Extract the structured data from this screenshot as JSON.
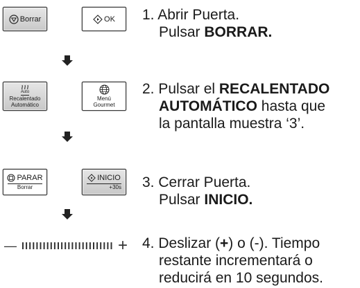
{
  "steps": [
    {
      "buttons": [
        {
          "label": "Borrar",
          "icon": "circle-down-triangle-icon"
        },
        {
          "label": "OK",
          "icon": "diamond-start-icon"
        }
      ],
      "lines": [
        {
          "pre": "1. Abrir Puerta.",
          "bold": "",
          "post": ""
        },
        {
          "pre": "Pulsar ",
          "bold": "BORRAR.",
          "post": ""
        }
      ]
    },
    {
      "buttons": [
        {
          "line1": "Auto",
          "line2": "Recalentado",
          "line3": "Automático",
          "icon": "steam-icon"
        },
        {
          "line1": "Menú",
          "line2": "Gourmet",
          "icon": "globe-icon"
        }
      ],
      "lines": [
        {
          "pre": "2. Pulsar el ",
          "bold": "RECALENTADO",
          "post": ""
        },
        {
          "pre": "",
          "bold": "AUTOMÁTICO",
          "post": " hasta que"
        },
        {
          "pre": "la pantalla muestra ‘3’.",
          "bold": "",
          "post": ""
        }
      ]
    },
    {
      "buttons": [
        {
          "main": "PARAR",
          "sub": "Borrar",
          "icon": "stop-icon"
        },
        {
          "main": "INICIO",
          "sub": "+30s",
          "icon": "diamond-start-icon"
        }
      ],
      "lines": [
        {
          "pre": "3. Cerrar Puerta.",
          "bold": "",
          "post": ""
        },
        {
          "pre": "Pulsar ",
          "bold": "INICIO.",
          "post": ""
        }
      ]
    },
    {
      "slider": {
        "minus": "—",
        "plus": "+"
      },
      "lines": [
        {
          "pre": "4. Deslizar (",
          "bold": "+",
          "post": ") o (-). Tiempo"
        },
        {
          "pre": "restante incrementará o",
          "bold": "",
          "post": ""
        },
        {
          "pre": "reducirá en 10 segundos.",
          "bold": "",
          "post": ""
        }
      ]
    }
  ]
}
